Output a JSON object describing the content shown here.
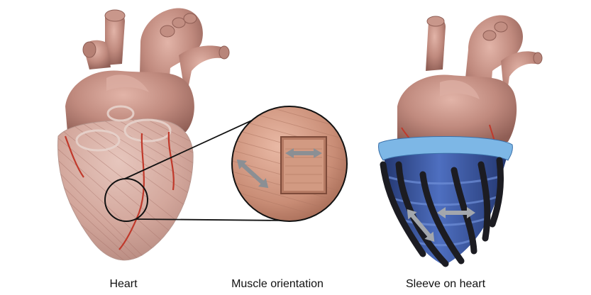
{
  "captions": {
    "heart": "Heart",
    "muscle": "Muscle orientation",
    "sleeve": "Sleeve on heart"
  },
  "colors": {
    "heart_flesh": "#b88479",
    "heart_shadow": "#8f5e55",
    "artery": "#c0392b",
    "sleeve_blue": "#3f5fae",
    "sleeve_light": "#7db7e6",
    "actuator": "#1c1c22",
    "arrow_gray": "#8b8f94"
  }
}
